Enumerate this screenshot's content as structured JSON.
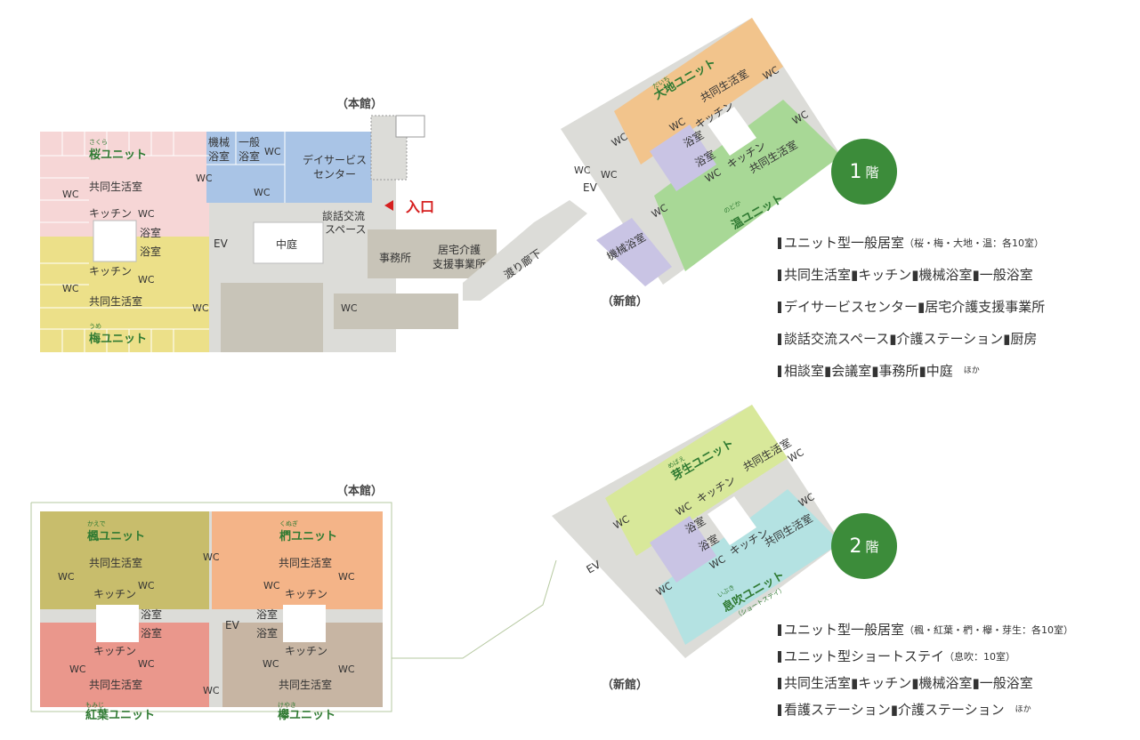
{
  "floor1": {
    "badge_num": "1",
    "badge_kanji": "階",
    "honkan": "（本館）",
    "shinkan": "（新館）",
    "entrance": "入口",
    "rooms": {
      "kikai_yokushitsu_a": "機械",
      "kikai_yokushitsu_b": "浴室",
      "ippan_a": "一般",
      "ippan_b": "浴室",
      "day_a": "デイサービス",
      "day_b": "センター",
      "danwa_a": "談話交流",
      "danwa_b": "スペース",
      "jimusho": "事務所",
      "kyotaku_a": "居宅介護",
      "kyotaku_b": "支援事業所",
      "nakaniwa": "中庭",
      "ev": "EV",
      "watari": "渡り廊下",
      "kyodo": "共同生活室",
      "kitchen": "キッチン",
      "yoku": "浴室",
      "wc": "WC",
      "kikai_shin": "機械浴室"
    },
    "units": [
      {
        "name": "桜ユニット",
        "ruby": "さくら"
      },
      {
        "name": "梅ユニット",
        "ruby": "うめ"
      },
      {
        "name": "大地ユニット",
        "ruby": "だいち"
      },
      {
        "name": "温ユニット",
        "ruby": "のどか"
      }
    ],
    "legend": [
      {
        "text": "ユニット型一般居室",
        "small": "（桜・梅・大地・温：各10室）"
      },
      {
        "text": "共同生活室▮キッチン▮機械浴室▮一般浴室"
      },
      {
        "text": "デイサービスセンター▮居宅介護支援事業所"
      },
      {
        "text": "談話交流スペース▮介護ステーション▮厨房"
      },
      {
        "text": "相談室▮会議室▮事務所▮中庭",
        "tiny": "ほか"
      }
    ]
  },
  "floor2": {
    "badge_num": "2",
    "badge_kanji": "階",
    "honkan": "（本館）",
    "shinkan": "（新館）",
    "rooms": {
      "ev": "EV",
      "kyodo": "共同生活室",
      "kitchen": "キッチン",
      "yoku": "浴室",
      "wc": "WC"
    },
    "units": [
      {
        "name": "楓ユニット",
        "ruby": "かえで"
      },
      {
        "name": "椚ユニット",
        "ruby": "くぬぎ"
      },
      {
        "name": "紅葉ユニット",
        "ruby": "もみじ"
      },
      {
        "name": "欅ユニット",
        "ruby": "けやき"
      },
      {
        "name": "芽生ユニット",
        "ruby": "めばえ"
      },
      {
        "name": "息吹ユニット",
        "ruby": "いぶき",
        "sub": "（ショートステイ）"
      }
    ],
    "legend": [
      {
        "text": "ユニット型一般居室",
        "small": "（楓・紅葉・椚・欅・芽生：各10室）"
      },
      {
        "text": "ユニット型ショートステイ",
        "small": "（息吹：10室）"
      },
      {
        "text": "共同生活室▮キッチン▮機械浴室▮一般浴室"
      },
      {
        "text": "看護ステーション▮介護ステーション",
        "tiny": "ほか"
      }
    ]
  },
  "colors": {
    "sakura": "#f6d6d6",
    "ume": "#ece089",
    "day": "#a9c4e6",
    "common": "#dcdcd8",
    "service": "#c8c4b8",
    "daichi": "#f2c48c",
    "nodoka": "#a8d896",
    "bath": "#c9c4e4",
    "kaede": "#c8bd6c",
    "kunugi": "#f4b488",
    "momiji": "#ea978c",
    "keyaki": "#c7b5a3",
    "mebae": "#d8e89a",
    "ibuki": "#b4e2e2",
    "green": "#3c8c3a"
  }
}
